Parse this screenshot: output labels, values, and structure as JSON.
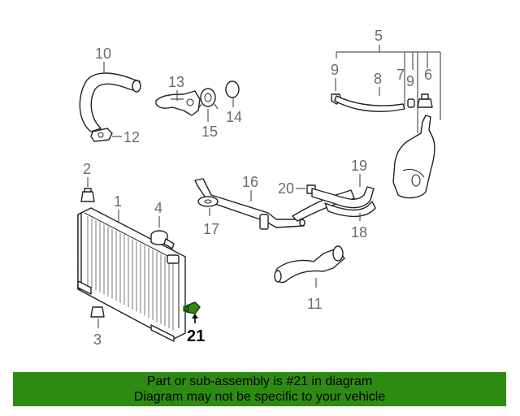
{
  "callouts": {
    "c1": "1",
    "c2": "2",
    "c3": "3",
    "c4": "4",
    "c5": "5",
    "c6": "6",
    "c7": "7",
    "c8": "8",
    "c9a": "9",
    "c9b": "9",
    "c10": "10",
    "c11": "11",
    "c12": "12",
    "c13": "13",
    "c14": "14",
    "c15": "15",
    "c16": "16",
    "c17": "17",
    "c18": "18",
    "c19": "19",
    "c20": "20",
    "c21": "21"
  },
  "highlight": {
    "part": "21",
    "color": "#2e8b12"
  },
  "banner": {
    "line1": "Part or sub-assembly is #21 in diagram",
    "line2": "Diagram may not be specific to your vehicle",
    "color": "#2e8b12"
  }
}
